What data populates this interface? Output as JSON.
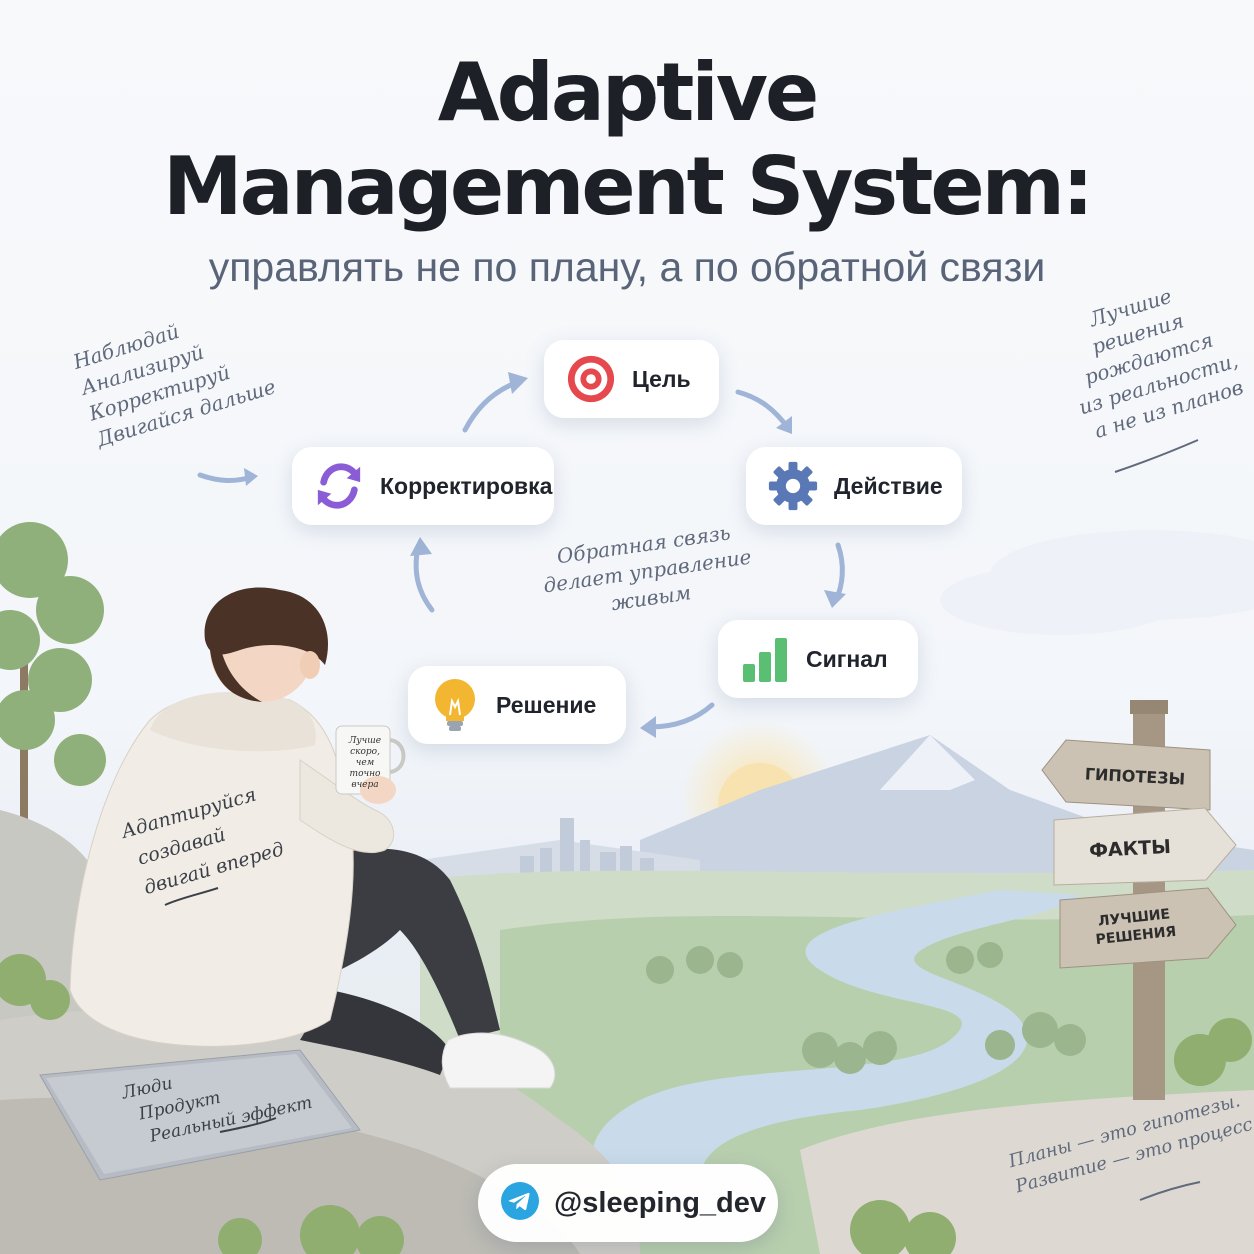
{
  "title": {
    "line1": "Adaptive",
    "line2": "Management System:",
    "subtitle": "управлять не по плану, а по обратной связи"
  },
  "cycle": [
    {
      "id": "goal",
      "label": "Цель",
      "icon": "target-icon"
    },
    {
      "id": "action",
      "label": "Действие",
      "icon": "gear-icon"
    },
    {
      "id": "signal",
      "label": "Сигнал",
      "icon": "bar-chart-icon"
    },
    {
      "id": "decision",
      "label": "Решение",
      "icon": "lightbulb-icon"
    },
    {
      "id": "correction",
      "label": "Корректировка",
      "icon": "refresh-icon"
    }
  ],
  "notes": {
    "left": [
      "Наблюдай",
      "Анализируй",
      "Корректируй",
      "Двигайся дальше"
    ],
    "right": [
      "Лучшие",
      "решения",
      "рождаются",
      "из реальности,",
      "а не из планов"
    ],
    "center": [
      "Обратная связь",
      "делает управление",
      "живым"
    ],
    "bottom_right": [
      "Планы — это гипотезы.",
      "Развитие — это процесс."
    ]
  },
  "hoodie_text": [
    "Адаптируйся",
    "создавай",
    "двигай вперед"
  ],
  "mug_text": [
    "Лучше",
    "скоро,",
    "чем точно",
    "вчера"
  ],
  "laptop_text": [
    "Люди",
    "Продукт",
    "Реальный эффект"
  ],
  "signpost": [
    "ГИПОТЕЗЫ",
    "ФАКТЫ",
    "ЛУЧШИЕ РЕШЕНИЯ"
  ],
  "telegram": {
    "handle": "@sleeping_dev",
    "icon": "telegram-icon"
  },
  "colors": {
    "title": "#1d2026",
    "subtitle": "#5a6478",
    "target": "#e5484d",
    "gear": "#5a78b6",
    "signal": "#5bbf73",
    "bulb": "#f2b630",
    "refresh": "#8a5cd6",
    "arrow": "#9fb4d6",
    "telegram": "#2aa5e0"
  }
}
